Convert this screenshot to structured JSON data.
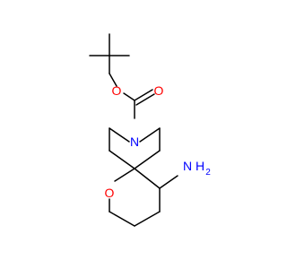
{
  "molecule": {
    "colors": {
      "bond": "#000000",
      "oxygen": "#ff0000",
      "nitrogen": "#0000ff",
      "background": "#ffffff"
    },
    "labels": {
      "carbonyl_o": "O",
      "ester_o": "O",
      "ring_n": "N",
      "ring_o": "O",
      "amine_n": "N",
      "amine_h": "H",
      "amine_h2_digit": "2"
    }
  }
}
